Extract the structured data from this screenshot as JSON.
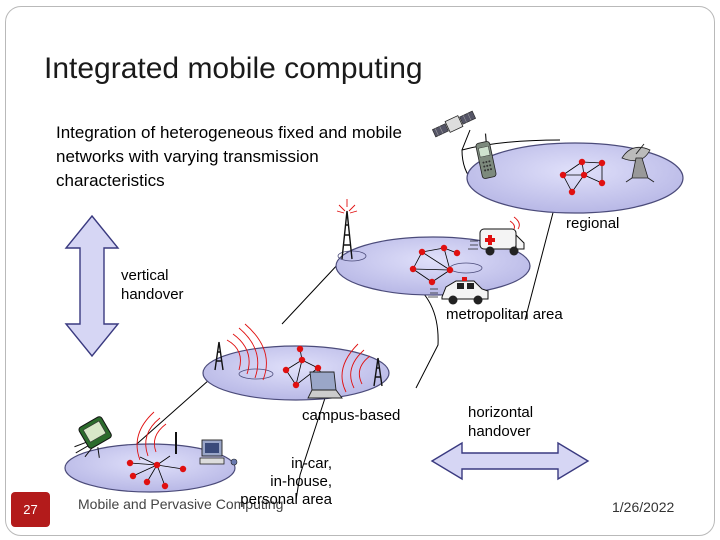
{
  "slide": {
    "title": "Integrated mobile computing",
    "intro": "Integration of heterogeneous fixed and mobile networks with varying transmission characteristics",
    "page_number": "27",
    "footer_course": "Mobile and Pervasive Computing",
    "footer_date": "1/26/2022"
  },
  "labels": {
    "regional": "regional",
    "vertical_line1": "vertical",
    "vertical_line2": "handover",
    "metropolitan": "metropolitan area",
    "campus": "campus-based",
    "horizontal_line1": "horizontal",
    "horizontal_line2": "handover",
    "personal_line1": "in-car,",
    "personal_line2": "in-house,",
    "personal_line3": "personal area"
  },
  "colors": {
    "cell": "#c8c8ee",
    "cell_edge": "#4b4b7a",
    "node": "#e01010",
    "arrow_fill": "#d6d6f4",
    "arrow_edge": "#3a3a80",
    "page_badge": "#b31b1b"
  },
  "icons": [
    "satellite-icon",
    "mobile-phone-icon",
    "satellite-dish-icon",
    "antenna-tower-icon",
    "ambulance-icon",
    "car-icon",
    "laptop-icon",
    "pda-icon",
    "desktop-computer-icon"
  ]
}
